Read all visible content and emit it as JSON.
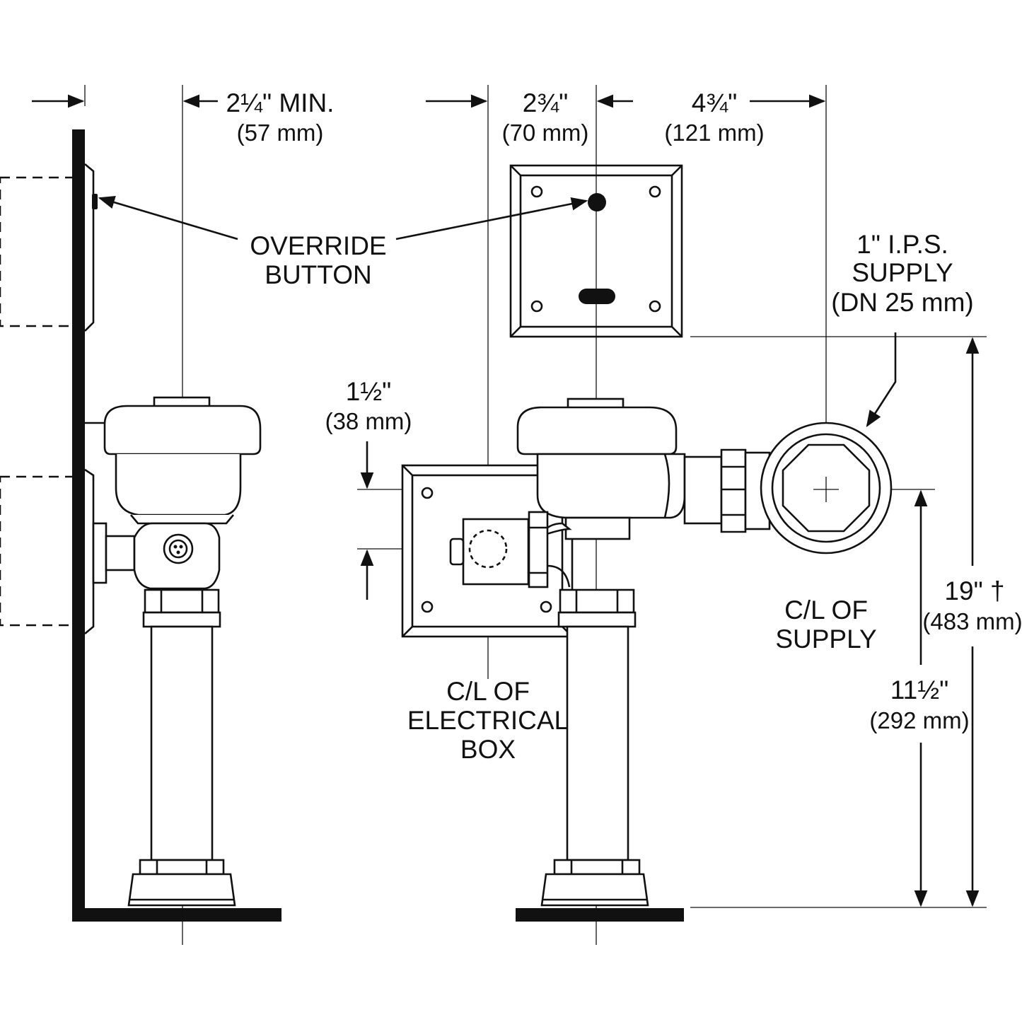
{
  "dimensions": {
    "wall_offset": {
      "value": "2¼\" MIN.",
      "metric": "(57 mm)"
    },
    "box_offset": {
      "value": "2¾\"",
      "metric": "(70 mm)"
    },
    "supply_offset": {
      "value": "4¾\"",
      "metric": "(121 mm)"
    },
    "box_drop": {
      "value": "1½\"",
      "metric": "(38 mm)"
    },
    "overall_height": {
      "value": "19\" †",
      "metric": "(483 mm)"
    },
    "supply_height": {
      "value": "11½\"",
      "metric": "(292 mm)"
    }
  },
  "labels": {
    "override": [
      "OVERRIDE",
      "BUTTON"
    ],
    "supply": [
      "1\" I.P.S.",
      "SUPPLY",
      "(DN 25 mm)"
    ],
    "cl_supply": [
      "C/L OF",
      "SUPPLY"
    ],
    "cl_box": [
      "C/L OF",
      "ELECTRICAL",
      "BOX"
    ]
  }
}
